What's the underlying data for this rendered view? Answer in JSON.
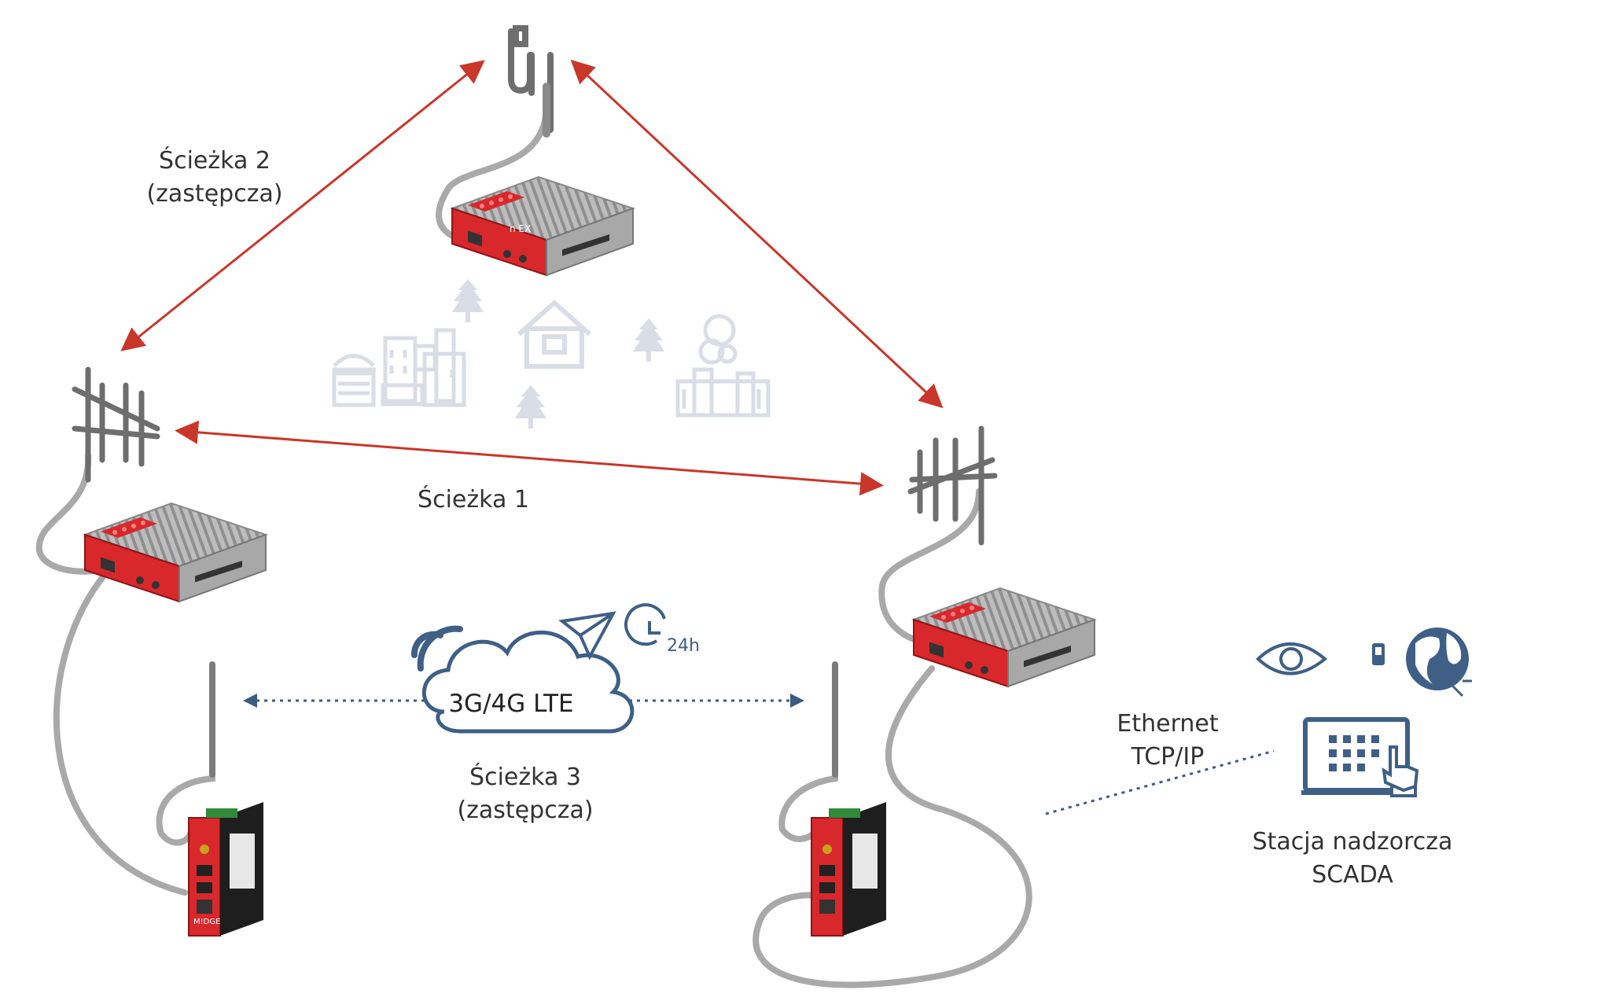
{
  "labels": {
    "path2_line1": "Ścieżka 2",
    "path2_line2": "(zastępcza)",
    "path1": "Ścieżka 1",
    "cloud": "3G/4G LTE",
    "path3_line1": "Ścieżka 3",
    "path3_line2": "(zastępcza)",
    "ethernet_line1": "Ethernet",
    "ethernet_line2": "TCP/IP",
    "scada_line1": "Stacja nadzorcza",
    "scada_line2": "SCADA",
    "timer_badge": "24h"
  },
  "device_brands": {
    "radio_modem": "n EX",
    "lte_router": "M!DGE"
  },
  "colors": {
    "radio_link_arrow": "#c8372a",
    "lte_link_arrow": "#3d5a80",
    "icon_blue": "#3f5f86",
    "cable_gray": "#a9a9a9",
    "device_red": "#d8282c",
    "device_body": "#c9c9c9",
    "background_icons": "#d9dde6"
  },
  "icons": [
    "antenna-icon",
    "yagi-antenna-icon",
    "radio-modem-icon",
    "lte-router-icon",
    "cloud-icon",
    "wifi-icon",
    "paper-plane-icon",
    "clock-24h-icon",
    "eye-icon",
    "globe-icon",
    "phone-icon",
    "touch-screen-icon",
    "tree-icon",
    "house-icon",
    "factory-icon",
    "power-plant-icon"
  ]
}
